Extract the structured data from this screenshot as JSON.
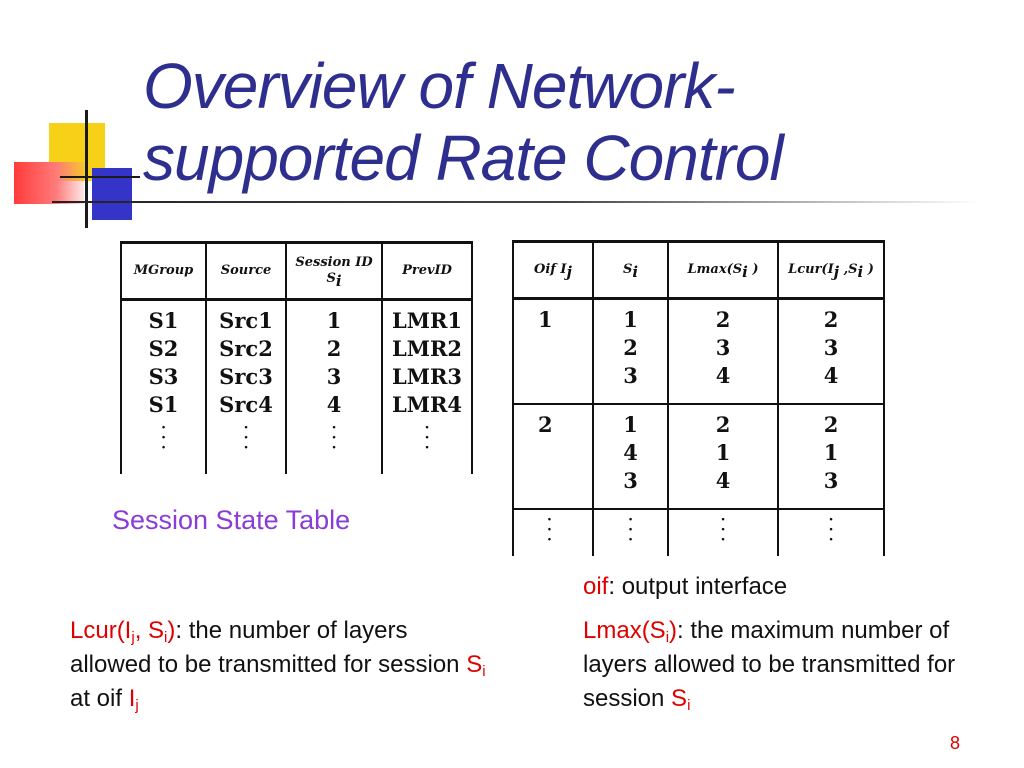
{
  "slide": {
    "title_line1": "Overview of Network-",
    "title_line2": "supported Rate Control",
    "page_number": "8"
  },
  "session_table": {
    "headers": [
      "MGroup",
      "Source",
      "Session ID",
      "S",
      "i",
      "PrevID"
    ],
    "rows": [
      [
        "S1",
        "Src1",
        "1",
        "LMR1"
      ],
      [
        "S2",
        "Src2",
        "2",
        "LMR2"
      ],
      [
        "S3",
        "Src3",
        "3",
        "LMR3"
      ],
      [
        "S1",
        "Src4",
        "4",
        "LMR4"
      ]
    ],
    "caption": "Session State Table"
  },
  "oif_table": {
    "headers": {
      "oif": "Oif I",
      "oif_sub": "j",
      "s": "S",
      "s_sub": "i",
      "lmax": "Lmax(S",
      "lmax_sub": "i",
      "lmax_end": " )",
      "lcur": "Lcur(I",
      "lcur_sub1": "j",
      "lcur_mid": " ,S",
      "lcur_sub2": "i",
      "lcur_end": " )"
    },
    "groups": [
      {
        "oif": "1",
        "s": [
          "1",
          "2",
          "3"
        ],
        "lmax": [
          "2",
          "3",
          "4"
        ],
        "lcur": [
          "2",
          "3",
          "4"
        ]
      },
      {
        "oif": "2",
        "s": [
          "1",
          "4",
          "3"
        ],
        "lmax": [
          "2",
          "1",
          "4"
        ],
        "lcur": [
          "2",
          "1",
          "3"
        ]
      }
    ]
  },
  "notes": {
    "oif_term": "oif",
    "oif_desc": ": output interface",
    "lcur_term_a": "Lcur(I",
    "lcur_term_sub1": "j",
    "lcur_term_b": ", S",
    "lcur_term_sub2": "i",
    "lcur_term_c": ")",
    "lcur_desc_a": ": the number of layers allowed to be transmitted for session ",
    "lcur_desc_s": "S",
    "lcur_desc_s_sub": "i",
    "lcur_desc_b": " at oif ",
    "lcur_desc_i": "I",
    "lcur_desc_i_sub": "j",
    "lmax_term_a": "Lmax(S",
    "lmax_term_sub": "i",
    "lmax_term_c": ")",
    "lmax_desc_a": ": the maximum number of layers allowed to be transmitted for session ",
    "lmax_desc_s": "S",
    "lmax_desc_s_sub": "i"
  },
  "colors": {
    "title": "#2e2e8f",
    "caption": "#8a3cd8",
    "accent_red": "#e00000",
    "deco_yellow": "#f7d117",
    "deco_blue": "#3434c8",
    "deco_red": "#ff3b3b"
  }
}
